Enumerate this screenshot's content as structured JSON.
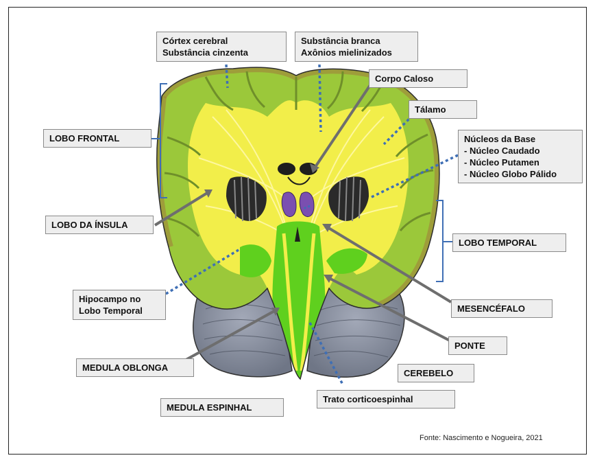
{
  "labels": {
    "cortex": "Córtex cerebral\nSubstância cinzenta",
    "white_matter": "Substância branca\nAxônios mielinizados",
    "corpus_callosum": "Corpo Caloso",
    "thalamus": "Tálamo",
    "frontal_lobe": "LOBO FRONTAL",
    "basal_nuclei": "Núcleos da Base\n- Núcleo Caudado\n- Núcleo Putamen\n- Núcleo Globo Pálido",
    "insula": "LOBO DA ÍNSULA",
    "temporal_lobe": "LOBO TEMPORAL",
    "hippocampus": "Hipocampo no\nLobo Temporal",
    "midbrain": "MESENCÉFALO",
    "pons": "PONTE",
    "medulla_oblongata": "MEDULA OBLONGA",
    "cerebellum": "CEREBELO",
    "spinal_cord": "MEDULA ESPINHAL",
    "corticospinal_tract": "Trato corticoespinhal"
  },
  "credit": "Fonte: Nascimento e Nogueira, 2021",
  "colors": {
    "gray_matter": "#9bc83a",
    "gray_matter_dark": "#6f8f2a",
    "cortex_rim": "#a07a3a",
    "white_matter": "#f2ee4a",
    "fiber": "#fff9a8",
    "bright_green": "#5fd01e",
    "cerebellum": "#8f96a6",
    "ventricle": "#1e1e1e",
    "thalamus": "#7a4fb0",
    "label_bg": "#eeeeee",
    "connector": "#3f6fb5",
    "arrow": "#6e6e6e"
  }
}
